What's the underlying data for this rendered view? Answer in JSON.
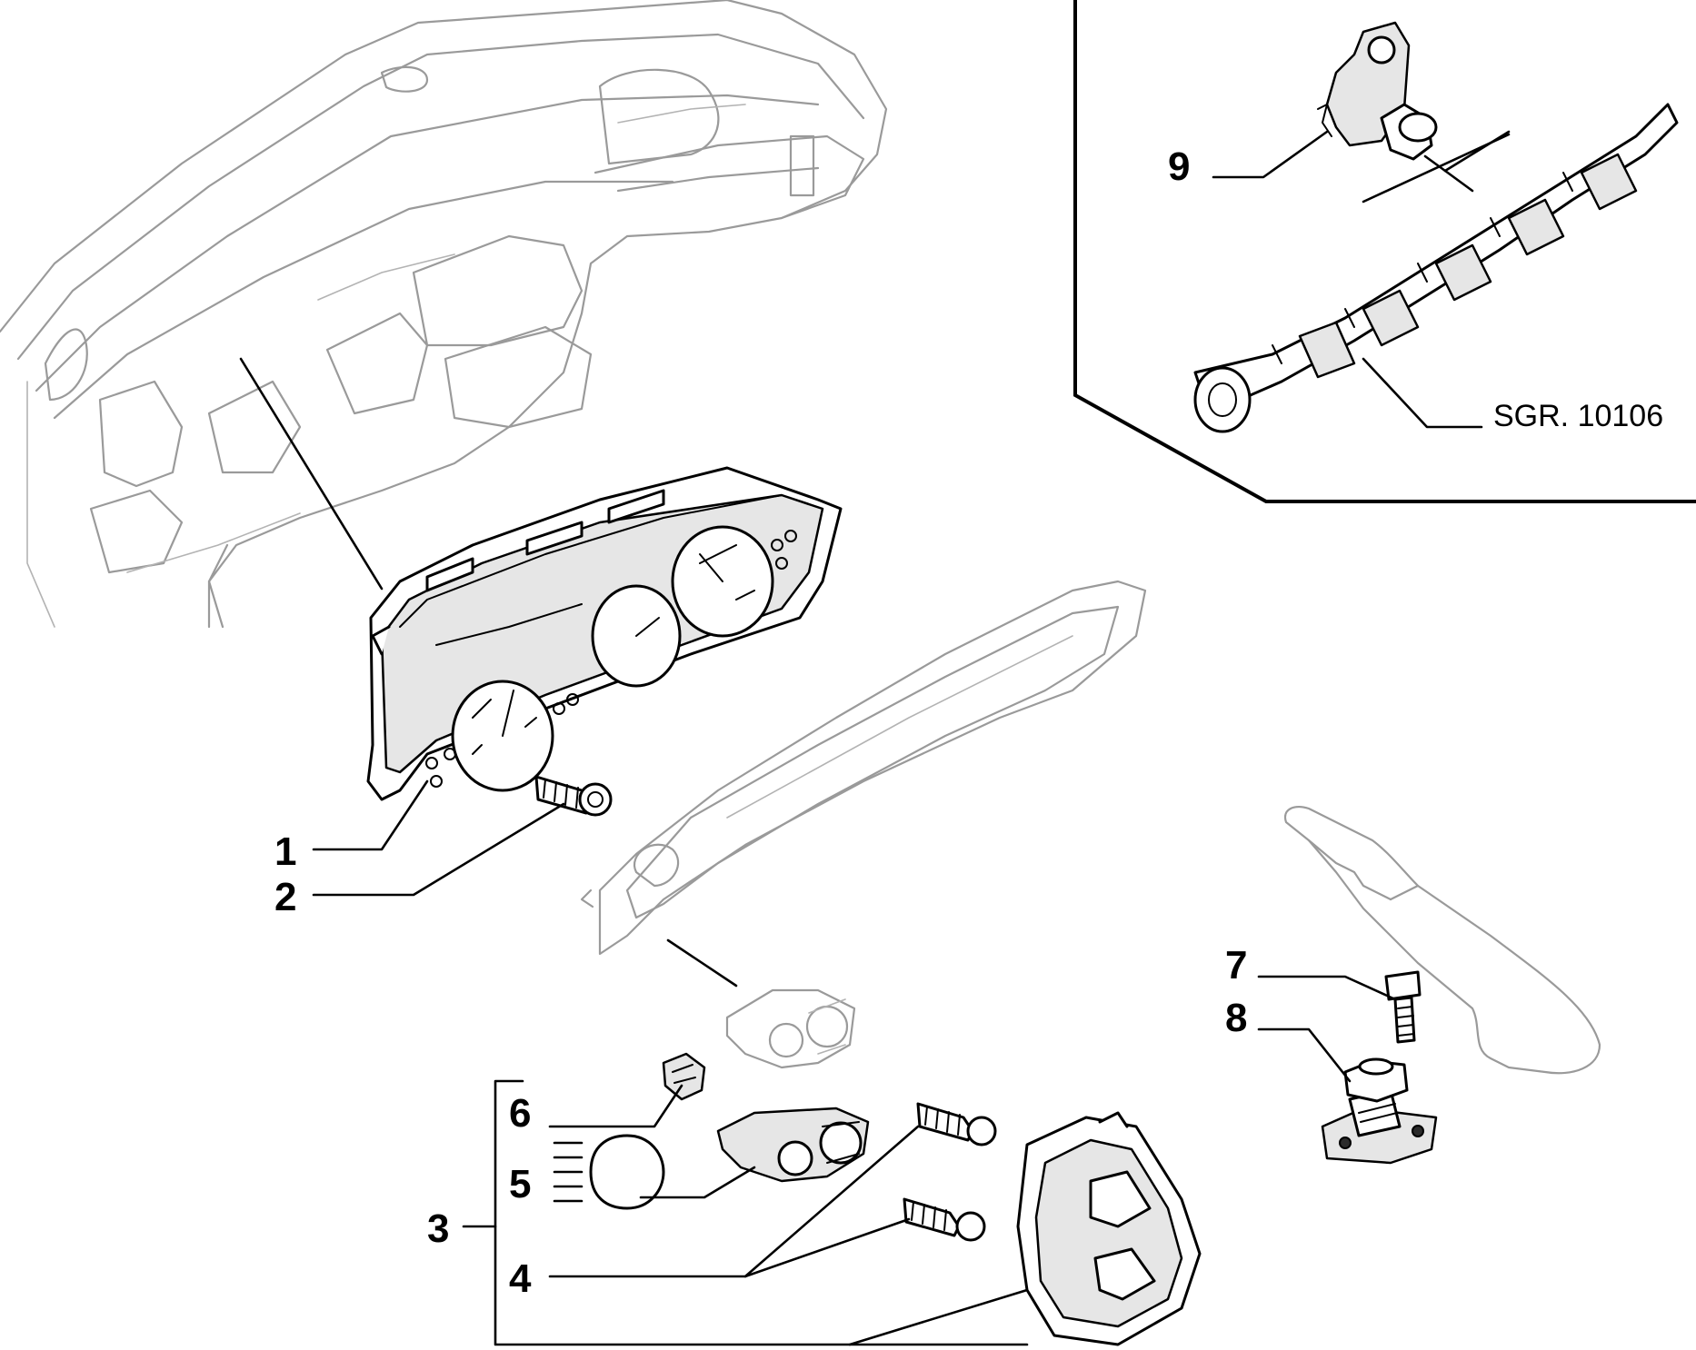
{
  "callouts": {
    "c1": "1",
    "c2": "2",
    "c3": "3",
    "c4": "4",
    "c5": "5",
    "c6": "6",
    "c7": "7",
    "c8": "8",
    "c9": "9"
  },
  "reference": "SGR. 10106",
  "icons": [
    "headlamp-beam-icon"
  ]
}
